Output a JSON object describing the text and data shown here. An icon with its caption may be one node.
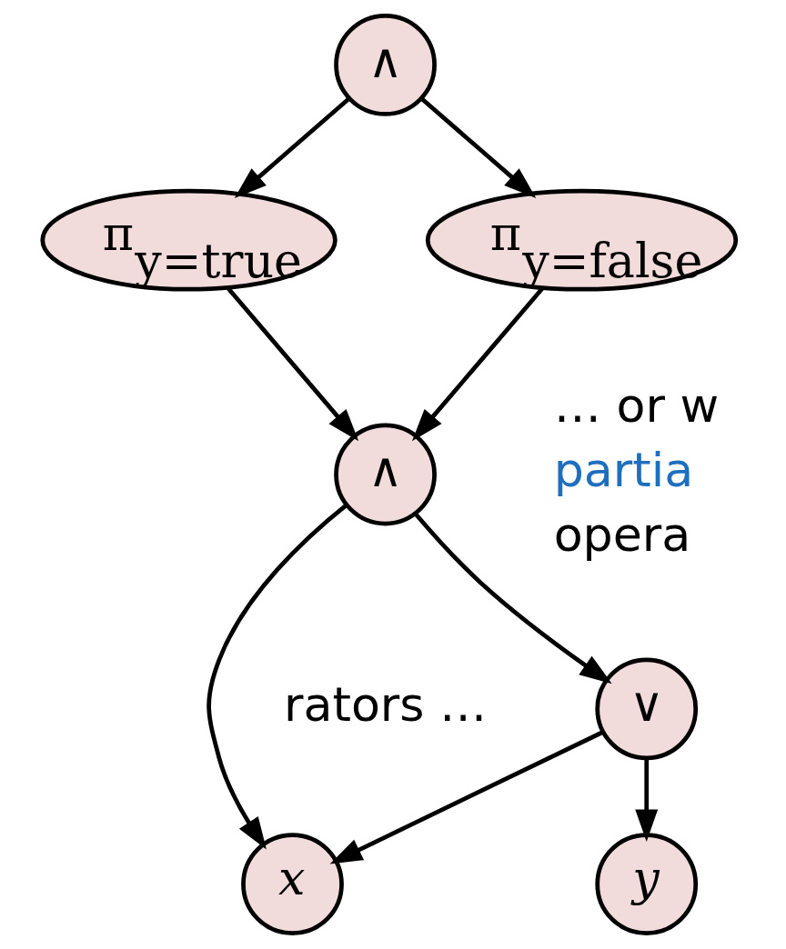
{
  "diagram": {
    "nodes": [
      {
        "text": [
          "∧"
        ]
      },
      {
        "text": [
          "π$_{y=true}$"
        ]
      },
      {
        "text": [
          "π$_{y=false}$"
        ]
      },
      {
        "text": [
          "∧"
        ]
      },
      {
        "text": [
          "∨"
        ]
      },
      {
        "text": [
          "x"
        ]
      },
      {
        "text": [
          "y"
        ]
      }
    ],
    "edges": [
      {
        "from": 0,
        "to": 1,
        "arrow": "to"
      },
      {
        "from": 0,
        "to": 2,
        "arrow": "to"
      },
      {
        "from": 1,
        "to": 3,
        "arrow": "to"
      },
      {
        "from": 2,
        "to": 3,
        "arrow": "to"
      },
      {
        "from": 3,
        "to": 5,
        "arrow": "to"
      },
      {
        "from": 3,
        "to": 4,
        "arrow": "to"
      },
      {
        "from": 4,
        "to": 5,
        "arrow": "to"
      },
      {
        "from": 4,
        "to": 6,
        "arrow": "to"
      }
    ],
    "labels": [
      "rators …",
      "… or w",
      "partia",
      "opera"
    ]
  }
}
